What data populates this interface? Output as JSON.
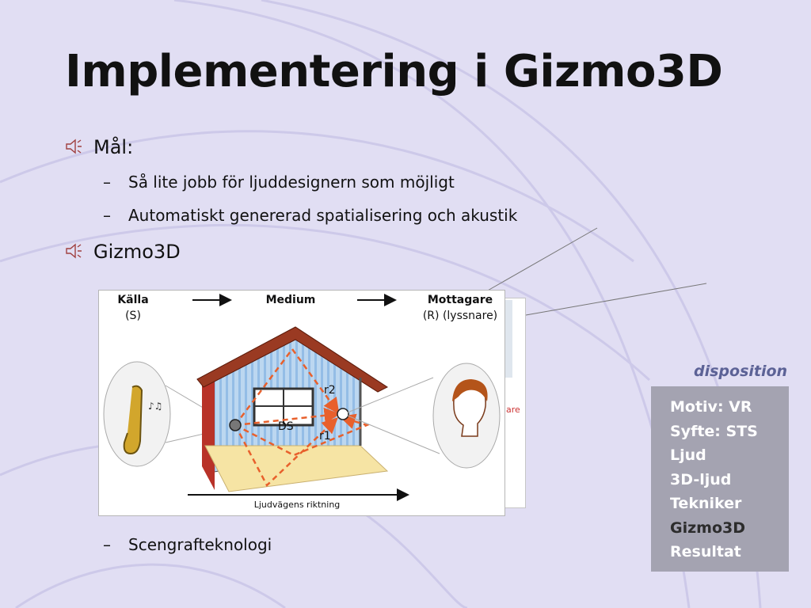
{
  "slide": {
    "title": "Implementering i Gizmo3D",
    "bullets": [
      {
        "text": "Mål:",
        "icon": "speaker-icon",
        "subs": [
          "Så lite jobb för ljuddesignern som möjligt",
          "Automatiskt genererad spatialisering och akustik"
        ]
      },
      {
        "text": "Gizmo3D",
        "icon": "speaker-icon",
        "subs": [
          "Scengrafteknologi"
        ]
      }
    ]
  },
  "figure": {
    "source_label": "Källa",
    "source_sub": "(S)",
    "medium_label": "Medium",
    "receiver_label": "Mottagare",
    "receiver_sub": "(R) (lyssnare)",
    "path_r2": "r2",
    "path_ds": "DS",
    "path_r1": "r1",
    "direction_label": "Ljudvägens riktning",
    "behind_fragment": "are",
    "colors": {
      "path": "#e8602c",
      "roof": "#9a3a22",
      "wall": "#a7c9ea",
      "floor": "#f6e4a4"
    }
  },
  "disposition": {
    "heading": "disposition",
    "items": [
      "Motiv: VR",
      "Syfte: STS",
      "Ljud",
      "3D-ljud",
      "Tekniker",
      "Gizmo3D",
      "Resultat"
    ],
    "current_index": 5
  }
}
